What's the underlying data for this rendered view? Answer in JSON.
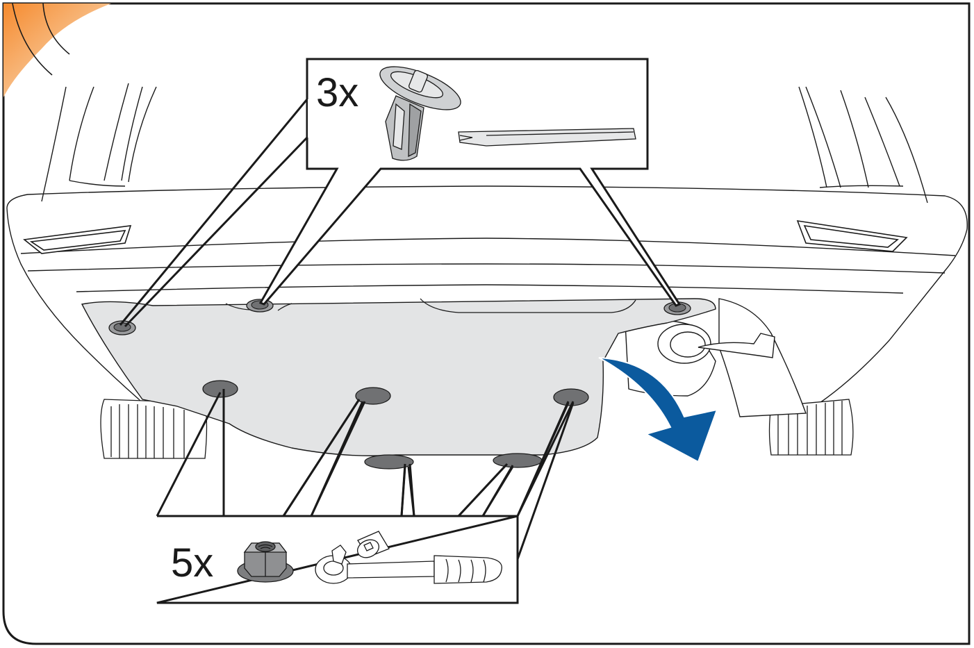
{
  "callouts": {
    "clips": {
      "count_label": "3x",
      "items": [
        "push-clip",
        "trim-removal-tool"
      ]
    },
    "nuts": {
      "count_label": "5x",
      "items": [
        "flange-nut",
        "socket",
        "ratchet-wrench"
      ]
    }
  },
  "arrow": {
    "direction": "downward-rotation"
  },
  "colors": {
    "accent_orange": "#f59a4b",
    "arrow_blue": "#0b5a9e",
    "panel_gray": "#e3e4e5",
    "hole_gray": "#707173",
    "line": "#1a1a1a"
  }
}
